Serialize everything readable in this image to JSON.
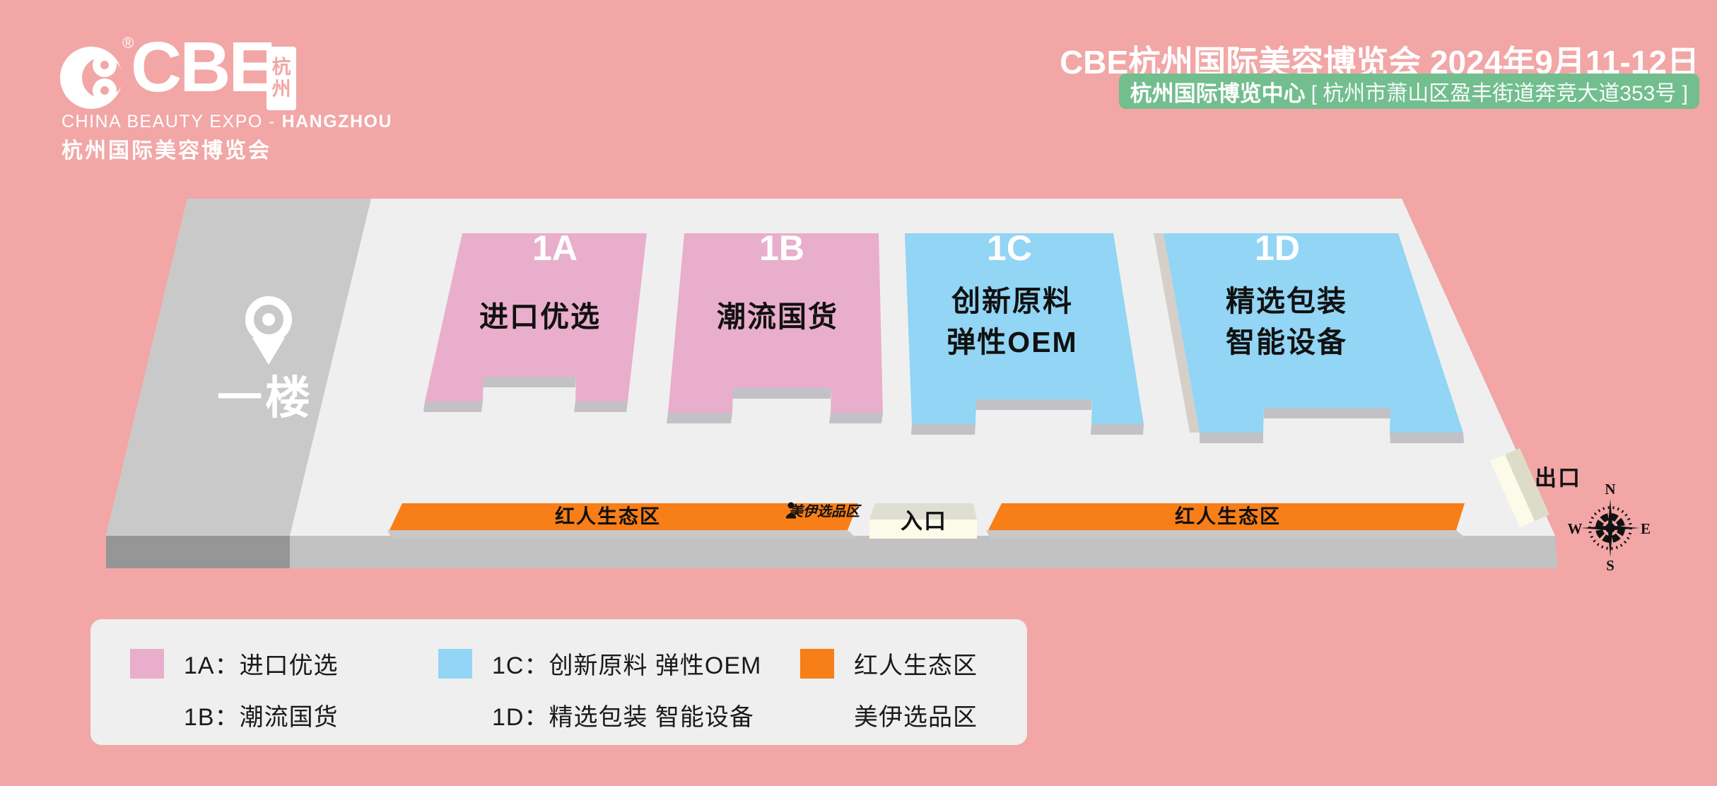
{
  "colors": {
    "background": "#F2A6A6",
    "hall_pink": "#E9AECB",
    "hall_blue": "#92D5F4",
    "zone_orange": "#F87E17",
    "floor_light": "#F0EFEF",
    "floor_dark": "#C9C9C9",
    "floor_base_dark": "#969696",
    "floor_base_light": "#C2C2C2",
    "edge_gray": "#C2C2C6",
    "badge_green": "#72BE8E",
    "entrance_beige": "#DEDFD2",
    "entrance_cream": "#FCFBE9",
    "side_face_tan": "#D6CFC8"
  },
  "header": {
    "logo": {
      "cbe": "CBE",
      "registered": "®",
      "city_chars": {
        "c1": "杭",
        "c2": "州"
      },
      "subtitle_en_regular": "CHINA BEAUTY EXPO - ",
      "subtitle_en_bold": "HANGZHOU",
      "subtitle_cn": "杭州国际美容博览会"
    },
    "title": "CBE杭州国际美容博览会 2024年9月11-12日",
    "venue": {
      "name": "杭州国际博览中心",
      "address": "[ 杭州市萧山区盈丰街道奔竞大道353号 ]"
    }
  },
  "floor": {
    "level_label": "一楼"
  },
  "halls": [
    {
      "id": "1A",
      "name": "进口优选"
    },
    {
      "id": "1B",
      "name": "潮流国货"
    },
    {
      "id": "1C",
      "name_line1": "创新原料",
      "name_line2": "弹性OEM"
    },
    {
      "id": "1D",
      "name_line1": "精选包装",
      "name_line2": "智能设备"
    }
  ],
  "zones": {
    "influencer_zone_left": "红人生态区",
    "influencer_zone_right": "红人生态区",
    "meiyi_zone": "美伊选品区",
    "entrance": "入口",
    "exit": "出口"
  },
  "compass": {
    "north": "N",
    "east": "E",
    "south": "S",
    "west": "W"
  },
  "legend": {
    "items": [
      {
        "color": "#E9AECB",
        "rows": [
          "1A：进口优选",
          "1B：潮流国货"
        ]
      },
      {
        "color": "#92D5F4",
        "rows": [
          "1C：创新原料 弹性OEM",
          "1D：精选包装 智能设备"
        ]
      },
      {
        "color": "#F87E17",
        "rows": [
          "红人生态区",
          "美伊选品区"
        ]
      }
    ]
  }
}
